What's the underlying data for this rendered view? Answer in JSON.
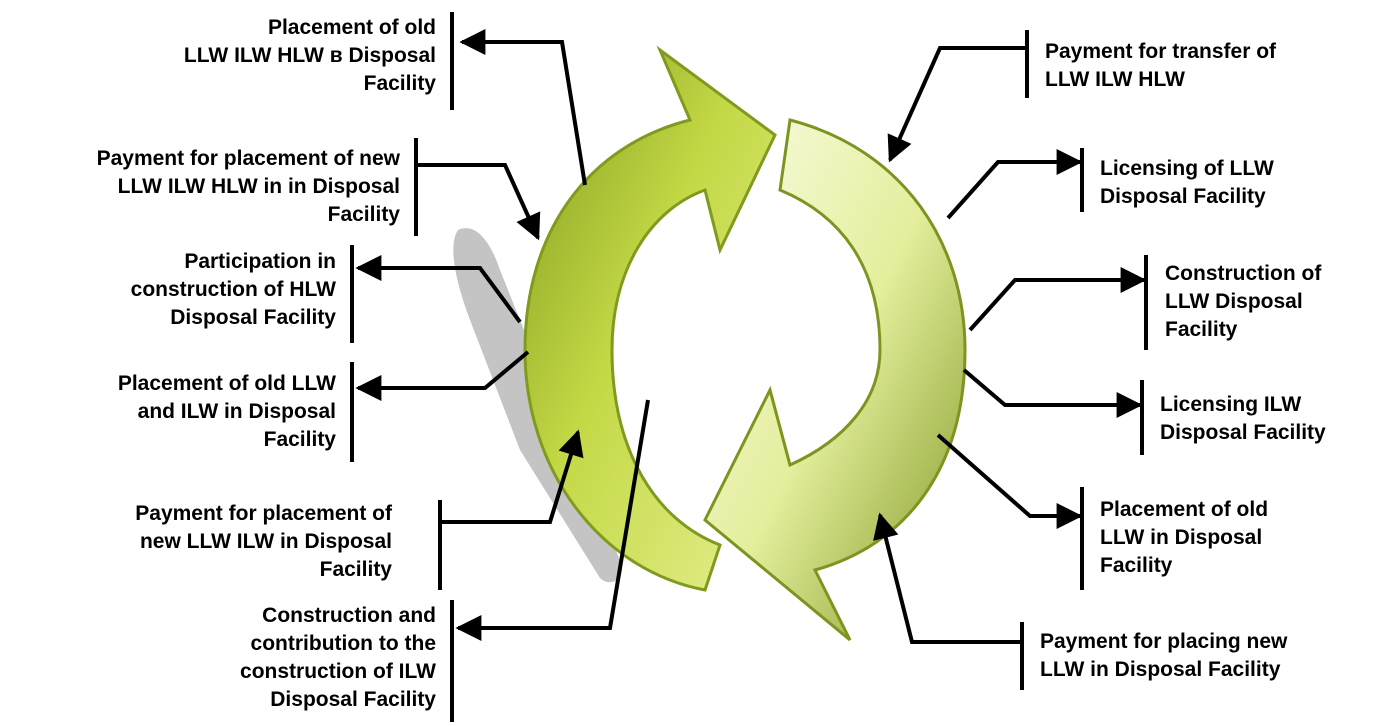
{
  "diagram": {
    "left_labels": [
      {
        "text": "Placement of old\nLLW ILW HLW в Disposal\nFacility"
      },
      {
        "text": "Payment for placement of new\nLLW ILW HLW in in Disposal\nFacility"
      },
      {
        "text": "Participation in\nconstruction of  HLW\nDisposal Facility"
      },
      {
        "text": "Placement of old  LLW\nand ILW in Disposal\nFacility"
      },
      {
        "text": "Payment for placement of\nnew LLW ILW in Disposal\nFacility"
      },
      {
        "text": "Construction and\ncontribution to the\nconstruction of  ILW\nDisposal Facility"
      }
    ],
    "right_labels": [
      {
        "text": "Payment for transfer of\nLLW ILW HLW"
      },
      {
        "text": "Licensing of  LLW\nDisposal Facility"
      },
      {
        "text": "Construction of\nLLW Disposal\nFacility"
      },
      {
        "text": "Licensing ILW\nDisposal Facility"
      },
      {
        "text": "Placement of old\nLLW in Disposal\nFacility"
      },
      {
        "text": "Payment for placing new\nLLW in Disposal Facility"
      }
    ],
    "colors": {
      "left_arrow_light": "#dbe96a",
      "left_arrow_dark": "#7f9b1e",
      "right_arrow_light": "#fbfde8",
      "right_arrow_dark": "#7c9520",
      "shadow": "#c4c4c4",
      "line": "#000000"
    }
  }
}
